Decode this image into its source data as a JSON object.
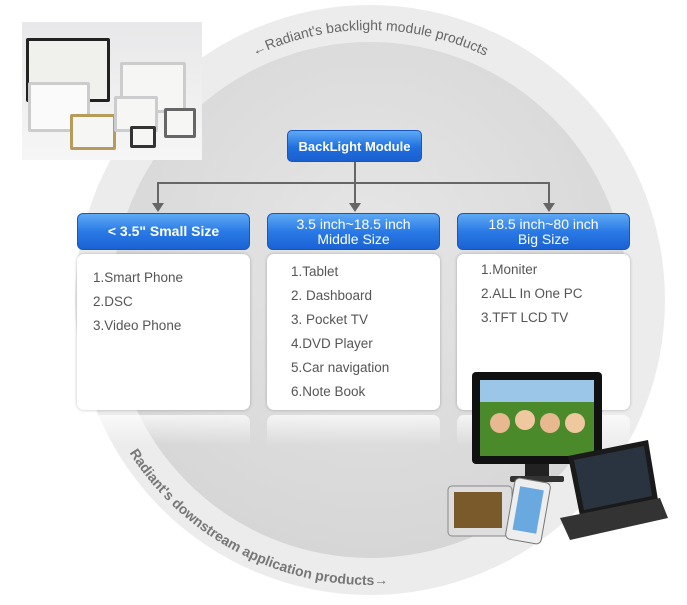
{
  "arc_labels": {
    "top": "←Radiant's backlight module products",
    "bottom": "Radiant's downstream application products→"
  },
  "root": {
    "label": "BackLight Module"
  },
  "categories": [
    {
      "title_lines": [
        "<  3.5\" Small Size"
      ],
      "items": [
        "1.Smart Phone",
        "2.DSC",
        "3.Video Phone"
      ]
    },
    {
      "title_lines": [
        "3.5 inch~18.5 inch",
        "Middle Size"
      ],
      "items": [
        "1.Tablet",
        "2. Dashboard",
        "3. Pocket TV",
        "4.DVD Player",
        "5.Car navigation",
        "6.Note Book"
      ]
    },
    {
      "title_lines": [
        "18.5 inch~80 inch",
        "Big Size"
      ],
      "items": [
        "1.Moniter",
        "2.ALL In One PC",
        "3.TFT LCD TV"
      ]
    }
  ],
  "colors": {
    "header_blue": "#2a7ae6",
    "ring": "#ebebeb",
    "inner": "#dcdcdc",
    "text": "#555555"
  }
}
